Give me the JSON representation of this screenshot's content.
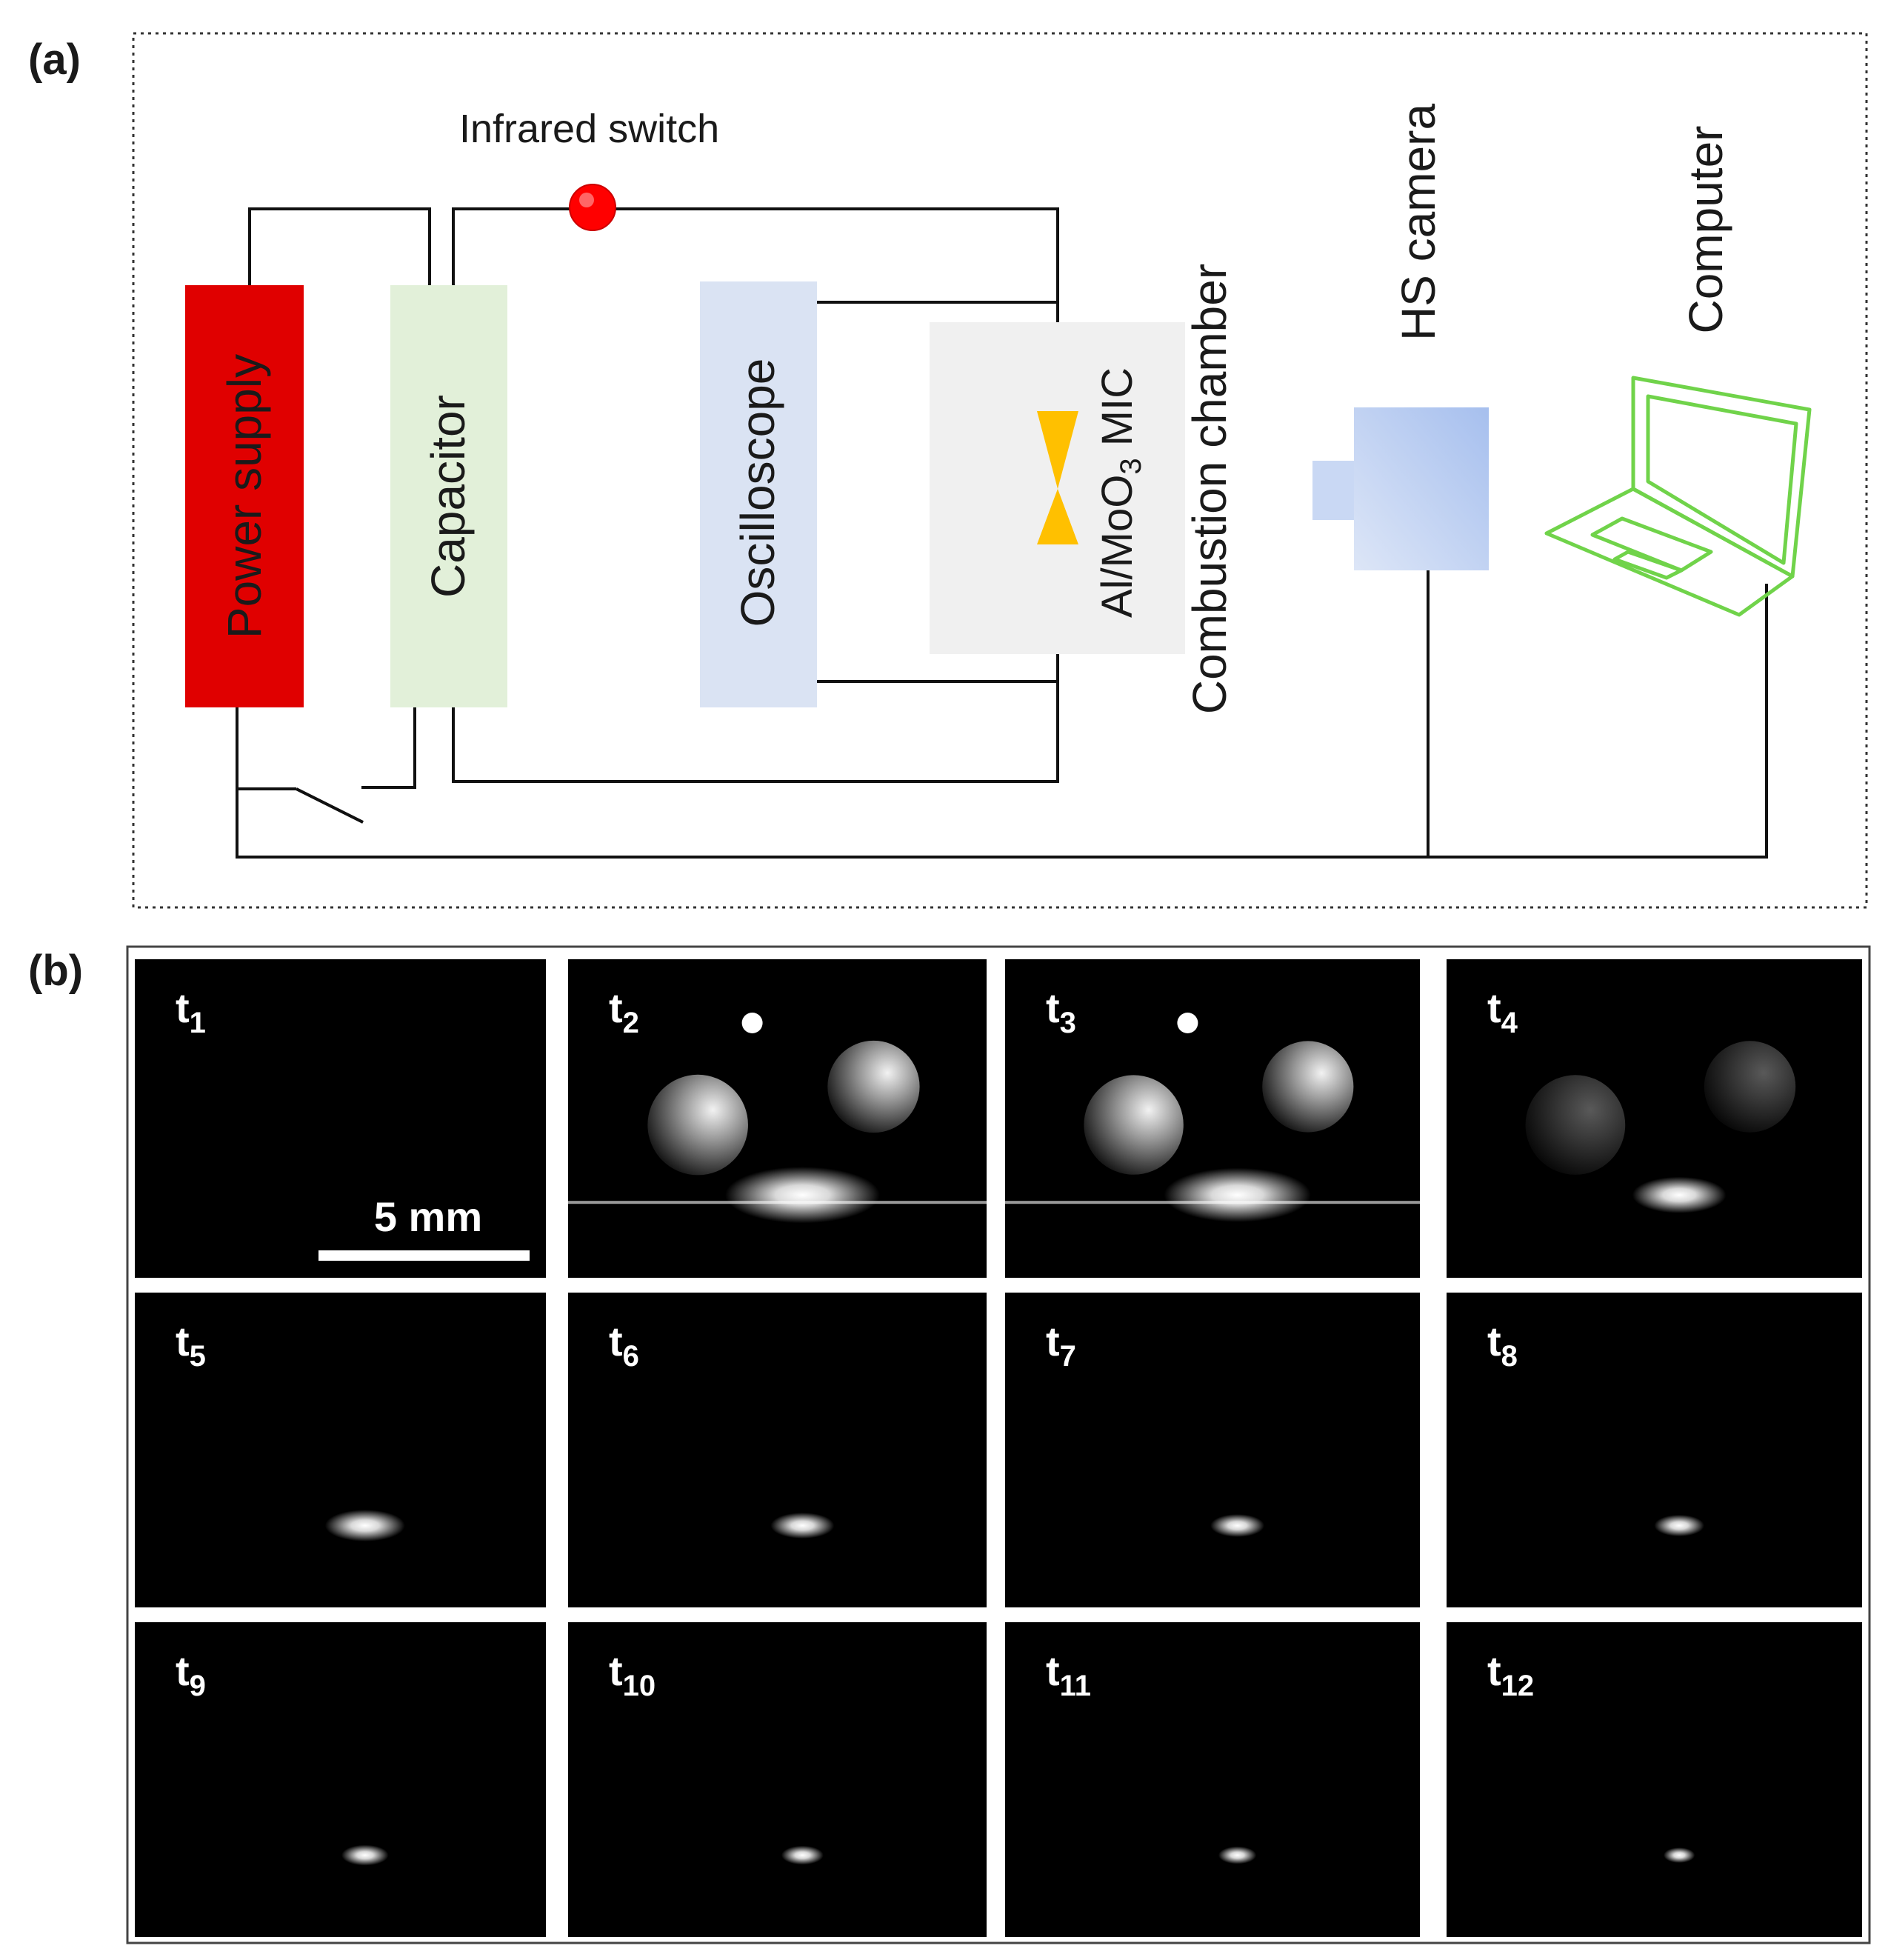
{
  "panel_a": {
    "label": "(a)",
    "infrared_switch": "Infrared switch",
    "power_supply": "Power supply",
    "capacitor": "Capacitor",
    "oscilloscope": "Oscilloscope",
    "mic_prefix": "Al/MoO",
    "mic_sub": "3",
    "mic_suffix": " MIC",
    "combustion_chamber": "Combustion chamber",
    "hs_camera": "HS camera",
    "computer": "Computer",
    "colors": {
      "power_supply": "#e00000",
      "capacitor": "#e2f0d9",
      "oscilloscope": "#dae3f3",
      "chamber": "#f0f0f0",
      "ignition_bridge": "#ffc000",
      "infrared_switch": "#ff0000",
      "camera": "#a9c1ee",
      "laptop": "#70d34a"
    }
  },
  "panel_b": {
    "label": "(b)",
    "scale_bar": "5 mm",
    "frames": [
      {
        "base": "t",
        "sub": "1",
        "glow": 0
      },
      {
        "base": "t",
        "sub": "2",
        "glow": 1.0
      },
      {
        "base": "t",
        "sub": "3",
        "glow": 0.95
      },
      {
        "base": "t",
        "sub": "4",
        "glow": 0.55
      },
      {
        "base": "t",
        "sub": "5",
        "glow": 0.45
      },
      {
        "base": "t",
        "sub": "6",
        "glow": 0.32
      },
      {
        "base": "t",
        "sub": "7",
        "glow": 0.25
      },
      {
        "base": "t",
        "sub": "8",
        "glow": 0.22
      },
      {
        "base": "t",
        "sub": "9",
        "glow": 0.2
      },
      {
        "base": "t",
        "sub": "10",
        "glow": 0.16
      },
      {
        "base": "t",
        "sub": "11",
        "glow": 0.13
      },
      {
        "base": "t",
        "sub": "12",
        "glow": 0.08
      }
    ]
  }
}
